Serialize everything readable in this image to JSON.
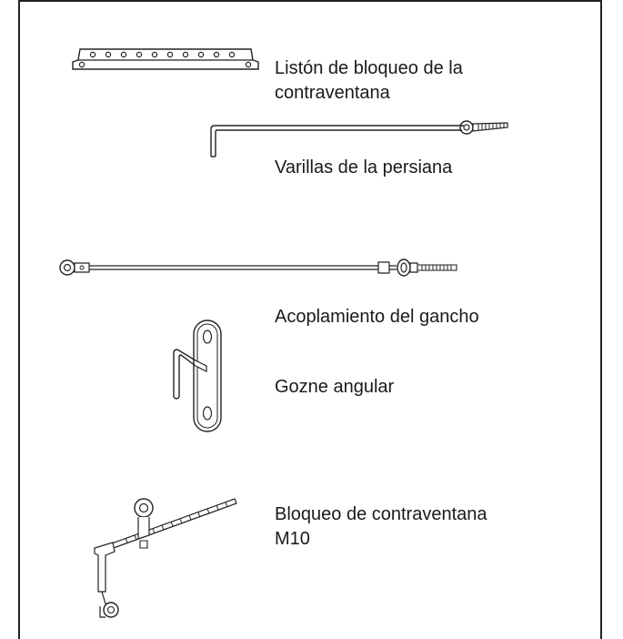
{
  "parts": [
    {
      "label_line1": "Listón de bloqueo de la",
      "label_line2": "contraventana"
    },
    {
      "label": "Varillas de la persiana"
    },
    {
      "label": "Acoplamiento del gancho"
    },
    {
      "label": "Gozne angular"
    },
    {
      "label_line1": "Bloqueo de contraventana",
      "label_line2": "M10"
    }
  ]
}
